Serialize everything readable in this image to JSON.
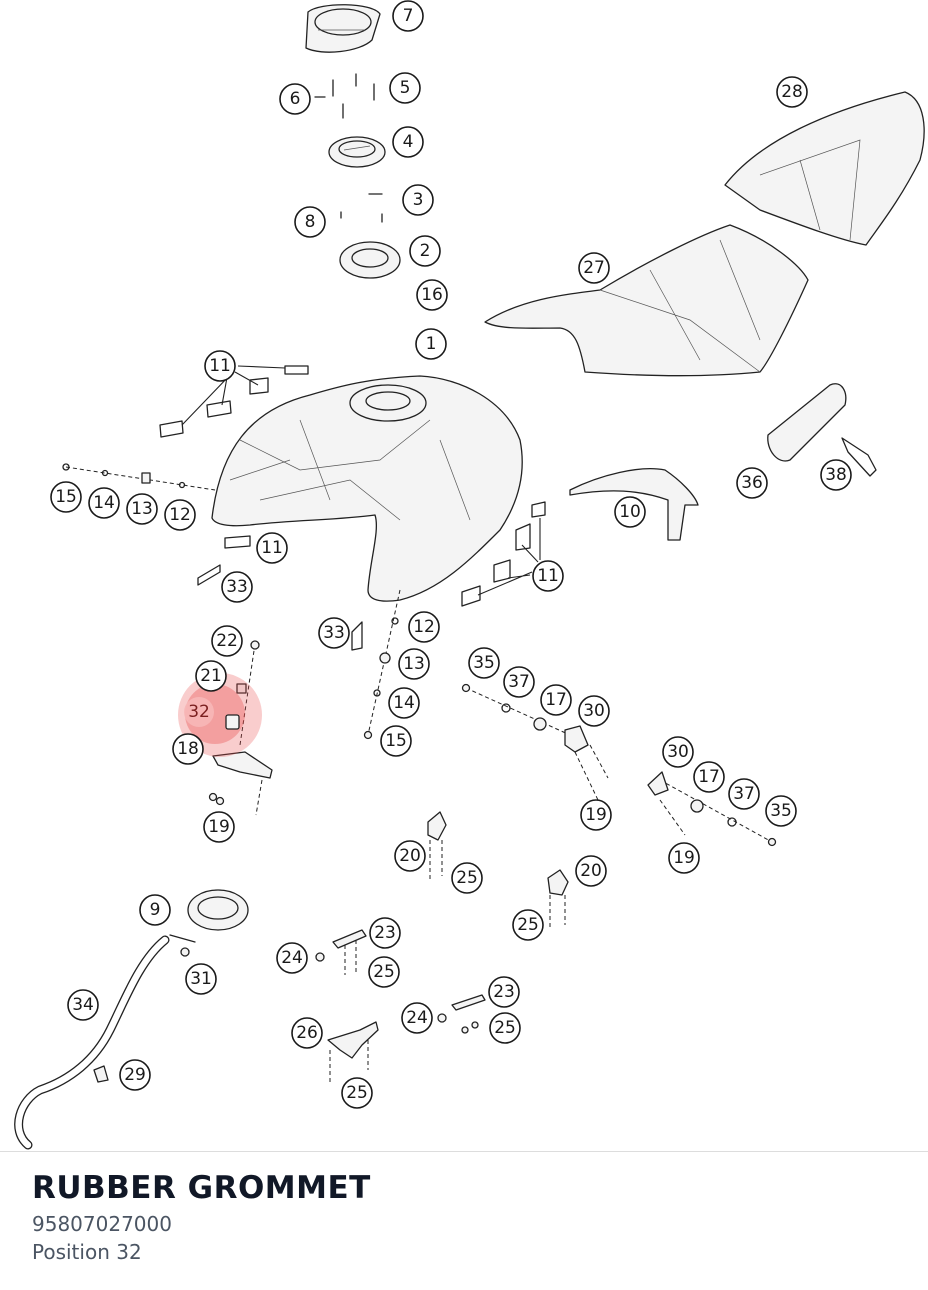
{
  "part": {
    "name": "RUBBER GROMMET",
    "number": "95807027000",
    "position": "Position 32"
  },
  "highlight": {
    "label": "32",
    "color": "#e84a4a"
  },
  "callouts": [
    "7",
    "6",
    "5",
    "4",
    "3",
    "8",
    "2",
    "16",
    "1",
    "28",
    "27",
    "11",
    "15",
    "14",
    "13",
    "12",
    "11",
    "33",
    "10",
    "36",
    "38",
    "11",
    "22",
    "33",
    "12",
    "21",
    "13",
    "32",
    "18",
    "14",
    "15",
    "35",
    "37",
    "17",
    "30",
    "30",
    "17",
    "37",
    "35",
    "19",
    "19",
    "19",
    "20",
    "25",
    "20",
    "25",
    "9",
    "23",
    "24",
    "25",
    "31",
    "34",
    "23",
    "24",
    "25",
    "26",
    "29",
    "25"
  ]
}
